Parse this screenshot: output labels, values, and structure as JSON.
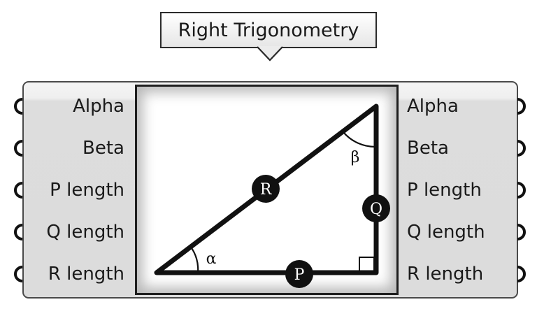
{
  "component": {
    "title": "Right Trigonometry",
    "inputs": [
      {
        "label": "Alpha"
      },
      {
        "label": "Beta"
      },
      {
        "label": "P length"
      },
      {
        "label": "Q length"
      },
      {
        "label": "R length"
      }
    ],
    "outputs": [
      {
        "label": "Alpha"
      },
      {
        "label": "Beta"
      },
      {
        "label": "P length"
      },
      {
        "label": "Q length"
      },
      {
        "label": "R length"
      }
    ],
    "icon": {
      "side_labels": {
        "hypotenuse": "R",
        "adjacent": "P",
        "opposite": "Q"
      },
      "angle_labels": {
        "alpha": "α",
        "beta": "β"
      }
    }
  },
  "colors": {
    "stroke": "#111111",
    "panel_fill": "#dcdcdc",
    "panel_border": "#4a4a4a",
    "text": "#1a1a1a"
  }
}
